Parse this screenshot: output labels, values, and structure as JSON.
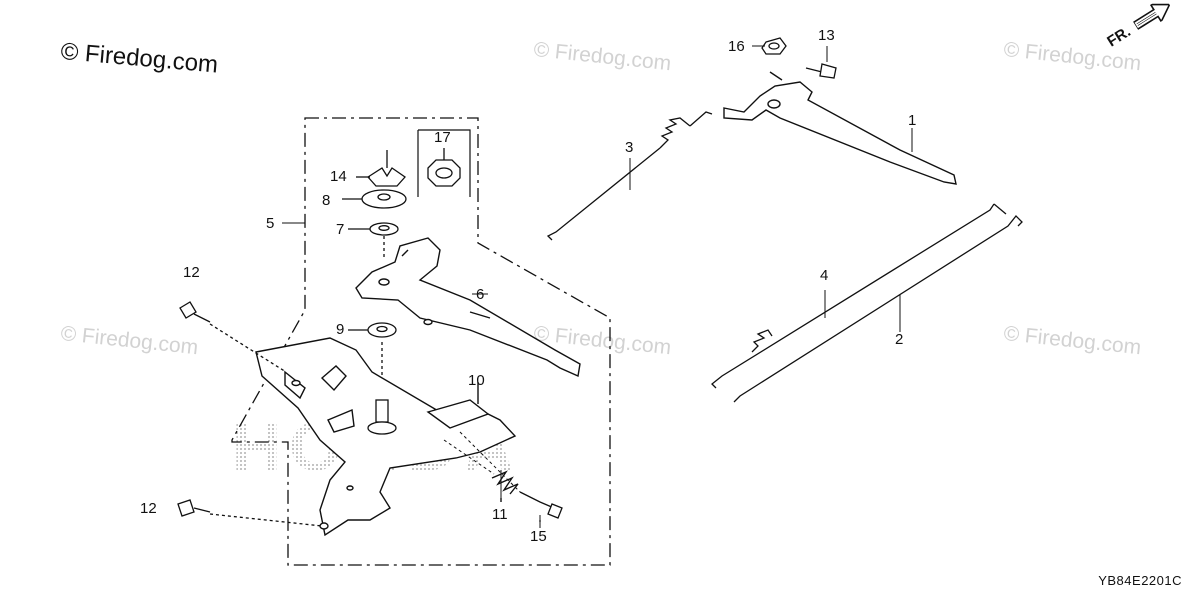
{
  "watermark_main": "© Firedog.com",
  "watermarks": [
    "© Firedog.com",
    "© Firedog.com",
    "© Firedog.com",
    "© Firedog.com",
    "© Firedog.com"
  ],
  "logo_text": "HONDA",
  "direction_label": "FR.",
  "diagram_code": "YB84E2201C",
  "callouts": [
    "1",
    "2",
    "3",
    "4",
    "5",
    "6",
    "7",
    "8",
    "9",
    "10",
    "11",
    "12",
    "12",
    "13",
    "14",
    "15",
    "16",
    "17"
  ],
  "colors": {
    "line": "#111111",
    "watermark": "#d2d2d2",
    "logo_dots": "#9a9a9a"
  }
}
